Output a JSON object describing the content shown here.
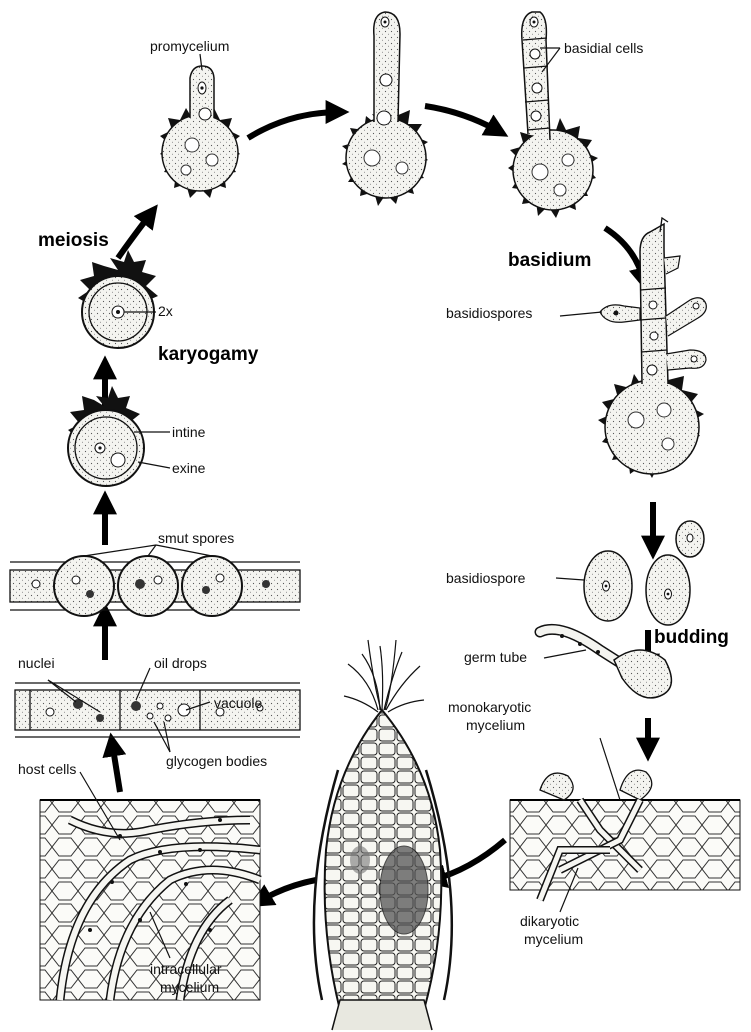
{
  "stages": {
    "meiosis": "meiosis",
    "karyogamy": "karyogamy",
    "basidium": "basidium",
    "budding": "budding"
  },
  "labels": {
    "promycelium": "promycelium",
    "basidial_cells": "basidial cells",
    "basidiospores": "basidiospores",
    "two_x": "2x",
    "intine": "intine",
    "exine": "exine",
    "smut_spores": "smut spores",
    "nuclei": "nuclei",
    "oil_drops": "oil drops",
    "vacuole": "vacuole",
    "glycogen_bodies": "glycogen bodies",
    "host_cells": "host cells",
    "basidiospore": "basidiospore",
    "germ_tube": "germ tube",
    "monokaryotic_1": "monokaryotic",
    "monokaryotic_2": "mycelium",
    "dikaryotic_1": "dikaryotic",
    "dikaryotic_2": "mycelium",
    "intracellular_1": "intracellular",
    "intracellular_2": "mycelium"
  }
}
